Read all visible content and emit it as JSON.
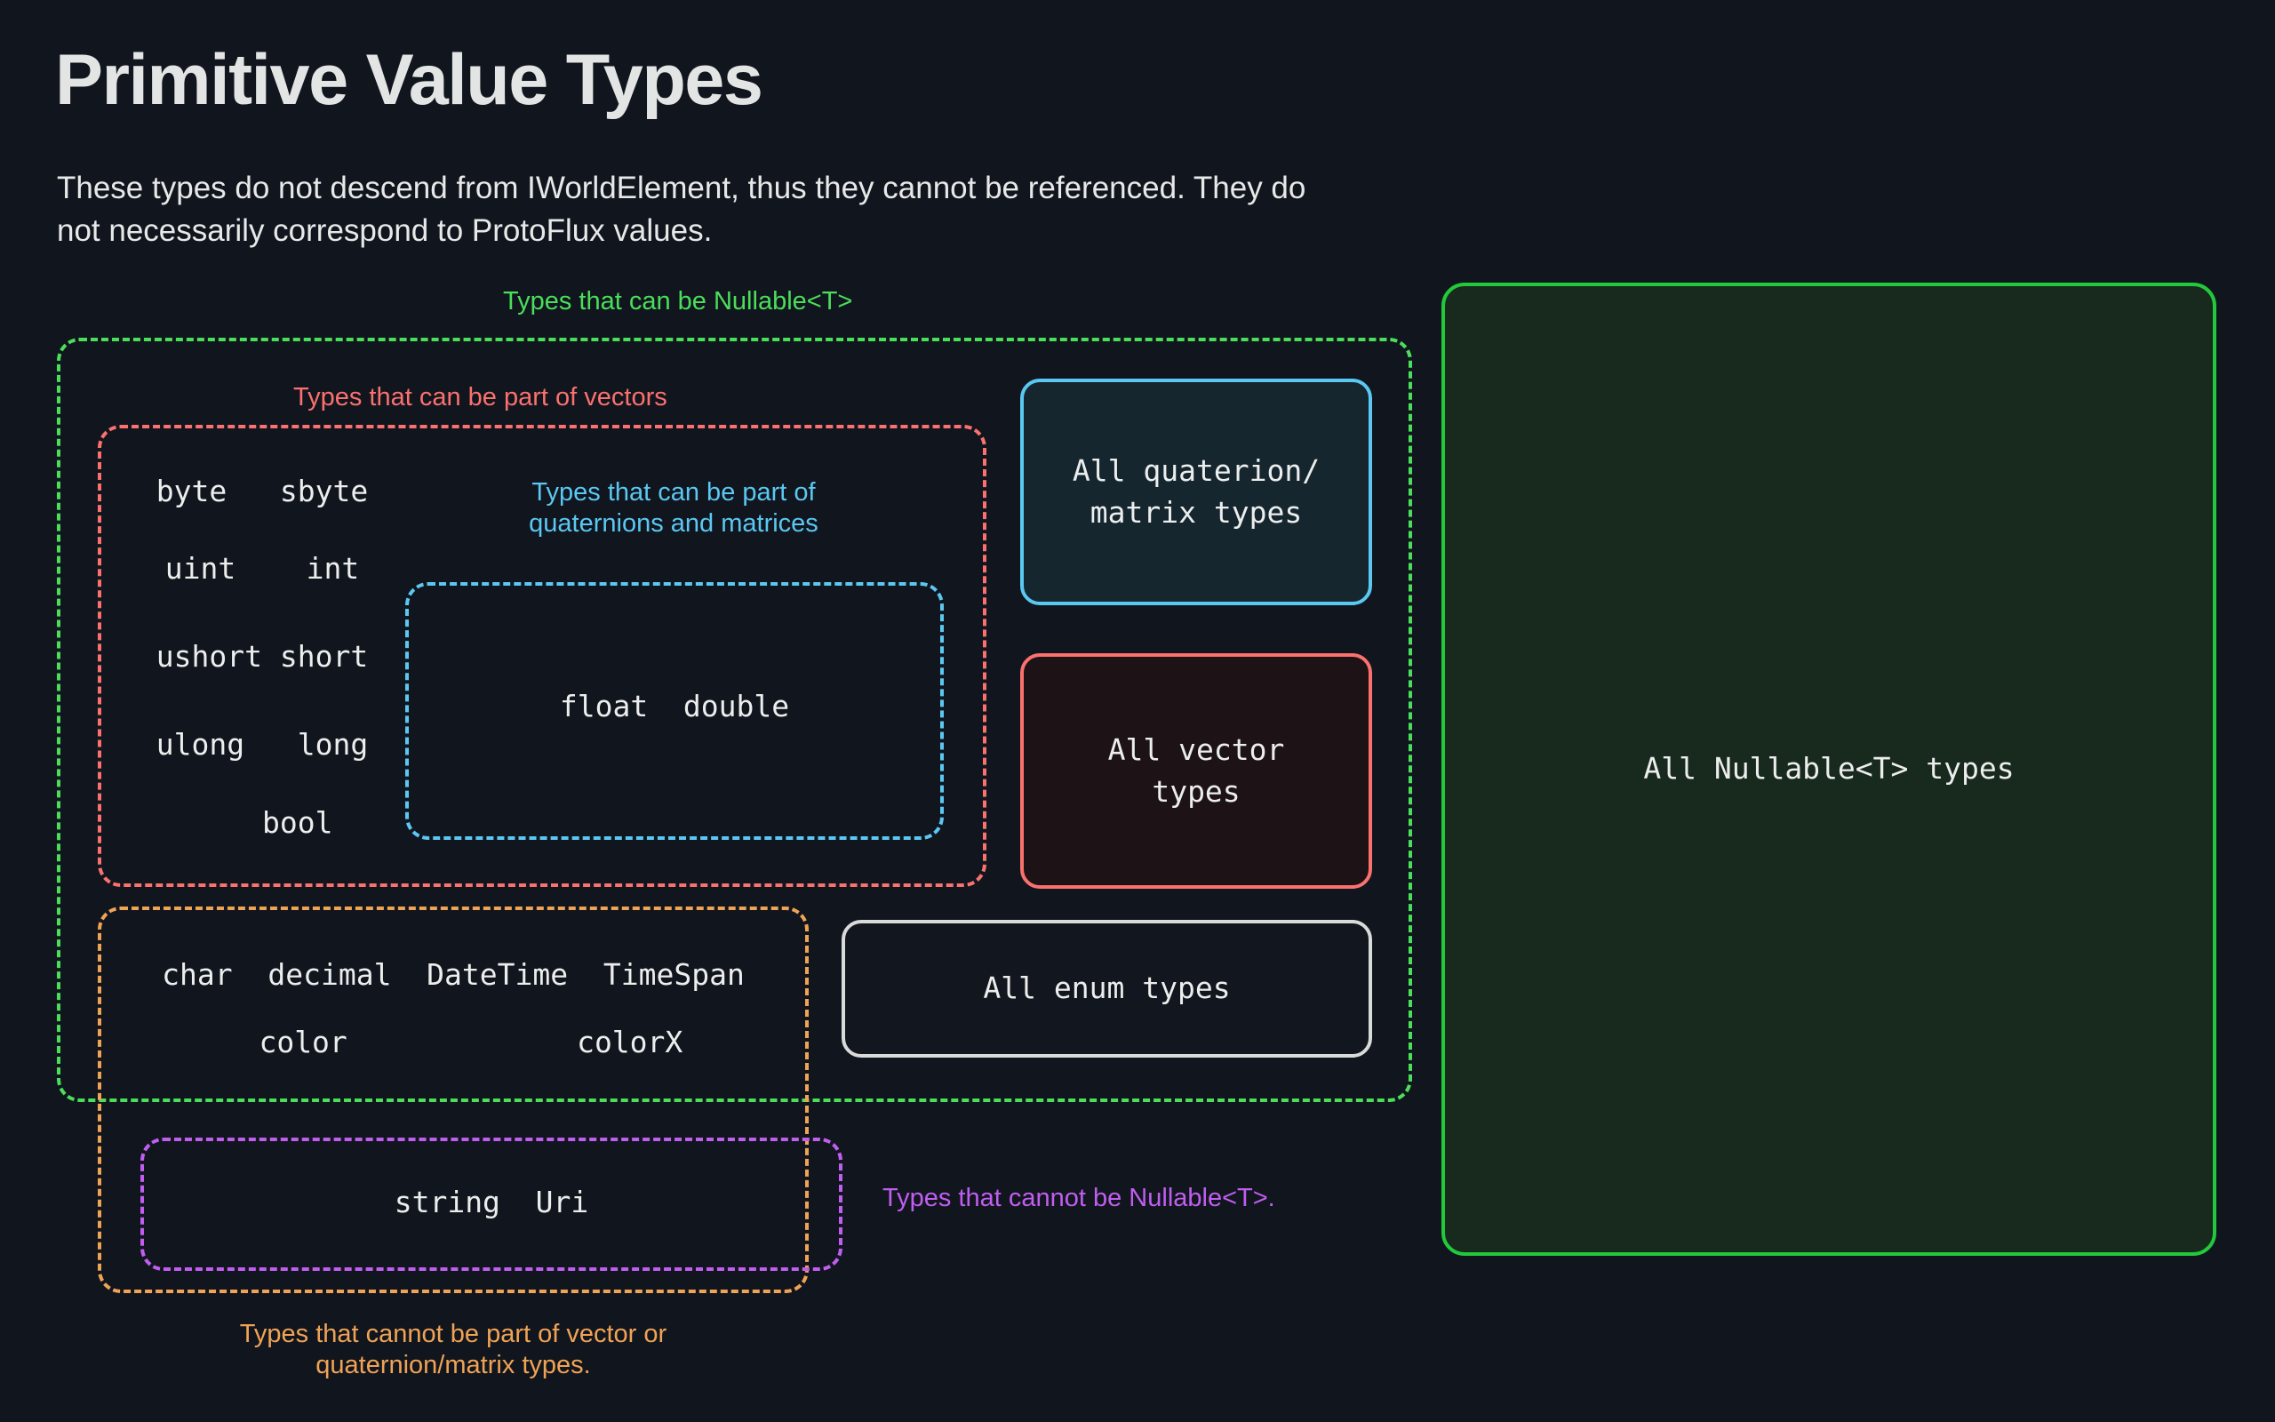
{
  "header": {
    "title": "Primitive Value Types",
    "subtitle": "These types do not descend from IWorldElement, thus they cannot be referenced. They do not necessarily correspond to ProtoFlux values."
  },
  "colors": {
    "background": "#11151e",
    "text": "#e7e9e8",
    "green": "#4ade5a",
    "green_solid": "#22c93a",
    "red": "#fa716e",
    "cyan": "#5ac8f2",
    "purple": "#c05ef0",
    "orange": "#f0a355",
    "white": "#d9dbda",
    "quaternion_fill": "#16262f",
    "vector_fill": "#1d1216",
    "nullable_fill": "#18291d",
    "enum_fill": "#12161f"
  },
  "labels": {
    "nullable_group": "Types that can be Nullable<T>",
    "vector_group": "Types that can be part of vectors",
    "quatmat_group": "Types that can be part of\nquaternions and matrices",
    "not_nullable_group": "Types that cannot be Nullable<T>.",
    "not_vector_group": "Types that cannot be part of vector or\nquaternion/matrix types."
  },
  "type_rows": {
    "vector_primitives": [
      "byte   sbyte",
      "uint    int",
      "ushort short",
      "ulong   long",
      "    bool"
    ],
    "quaternion_matrix": "float  double",
    "non_vector": [
      "char  decimal  DateTime  TimeSpan",
      "  color             colorX"
    ],
    "non_nullable": "string  Uri"
  },
  "boxes": {
    "quaternion": "All quaterion/\nmatrix types",
    "vector": "All vector\ntypes",
    "enum": "All enum types",
    "nullable": "All Nullable<T> types"
  }
}
